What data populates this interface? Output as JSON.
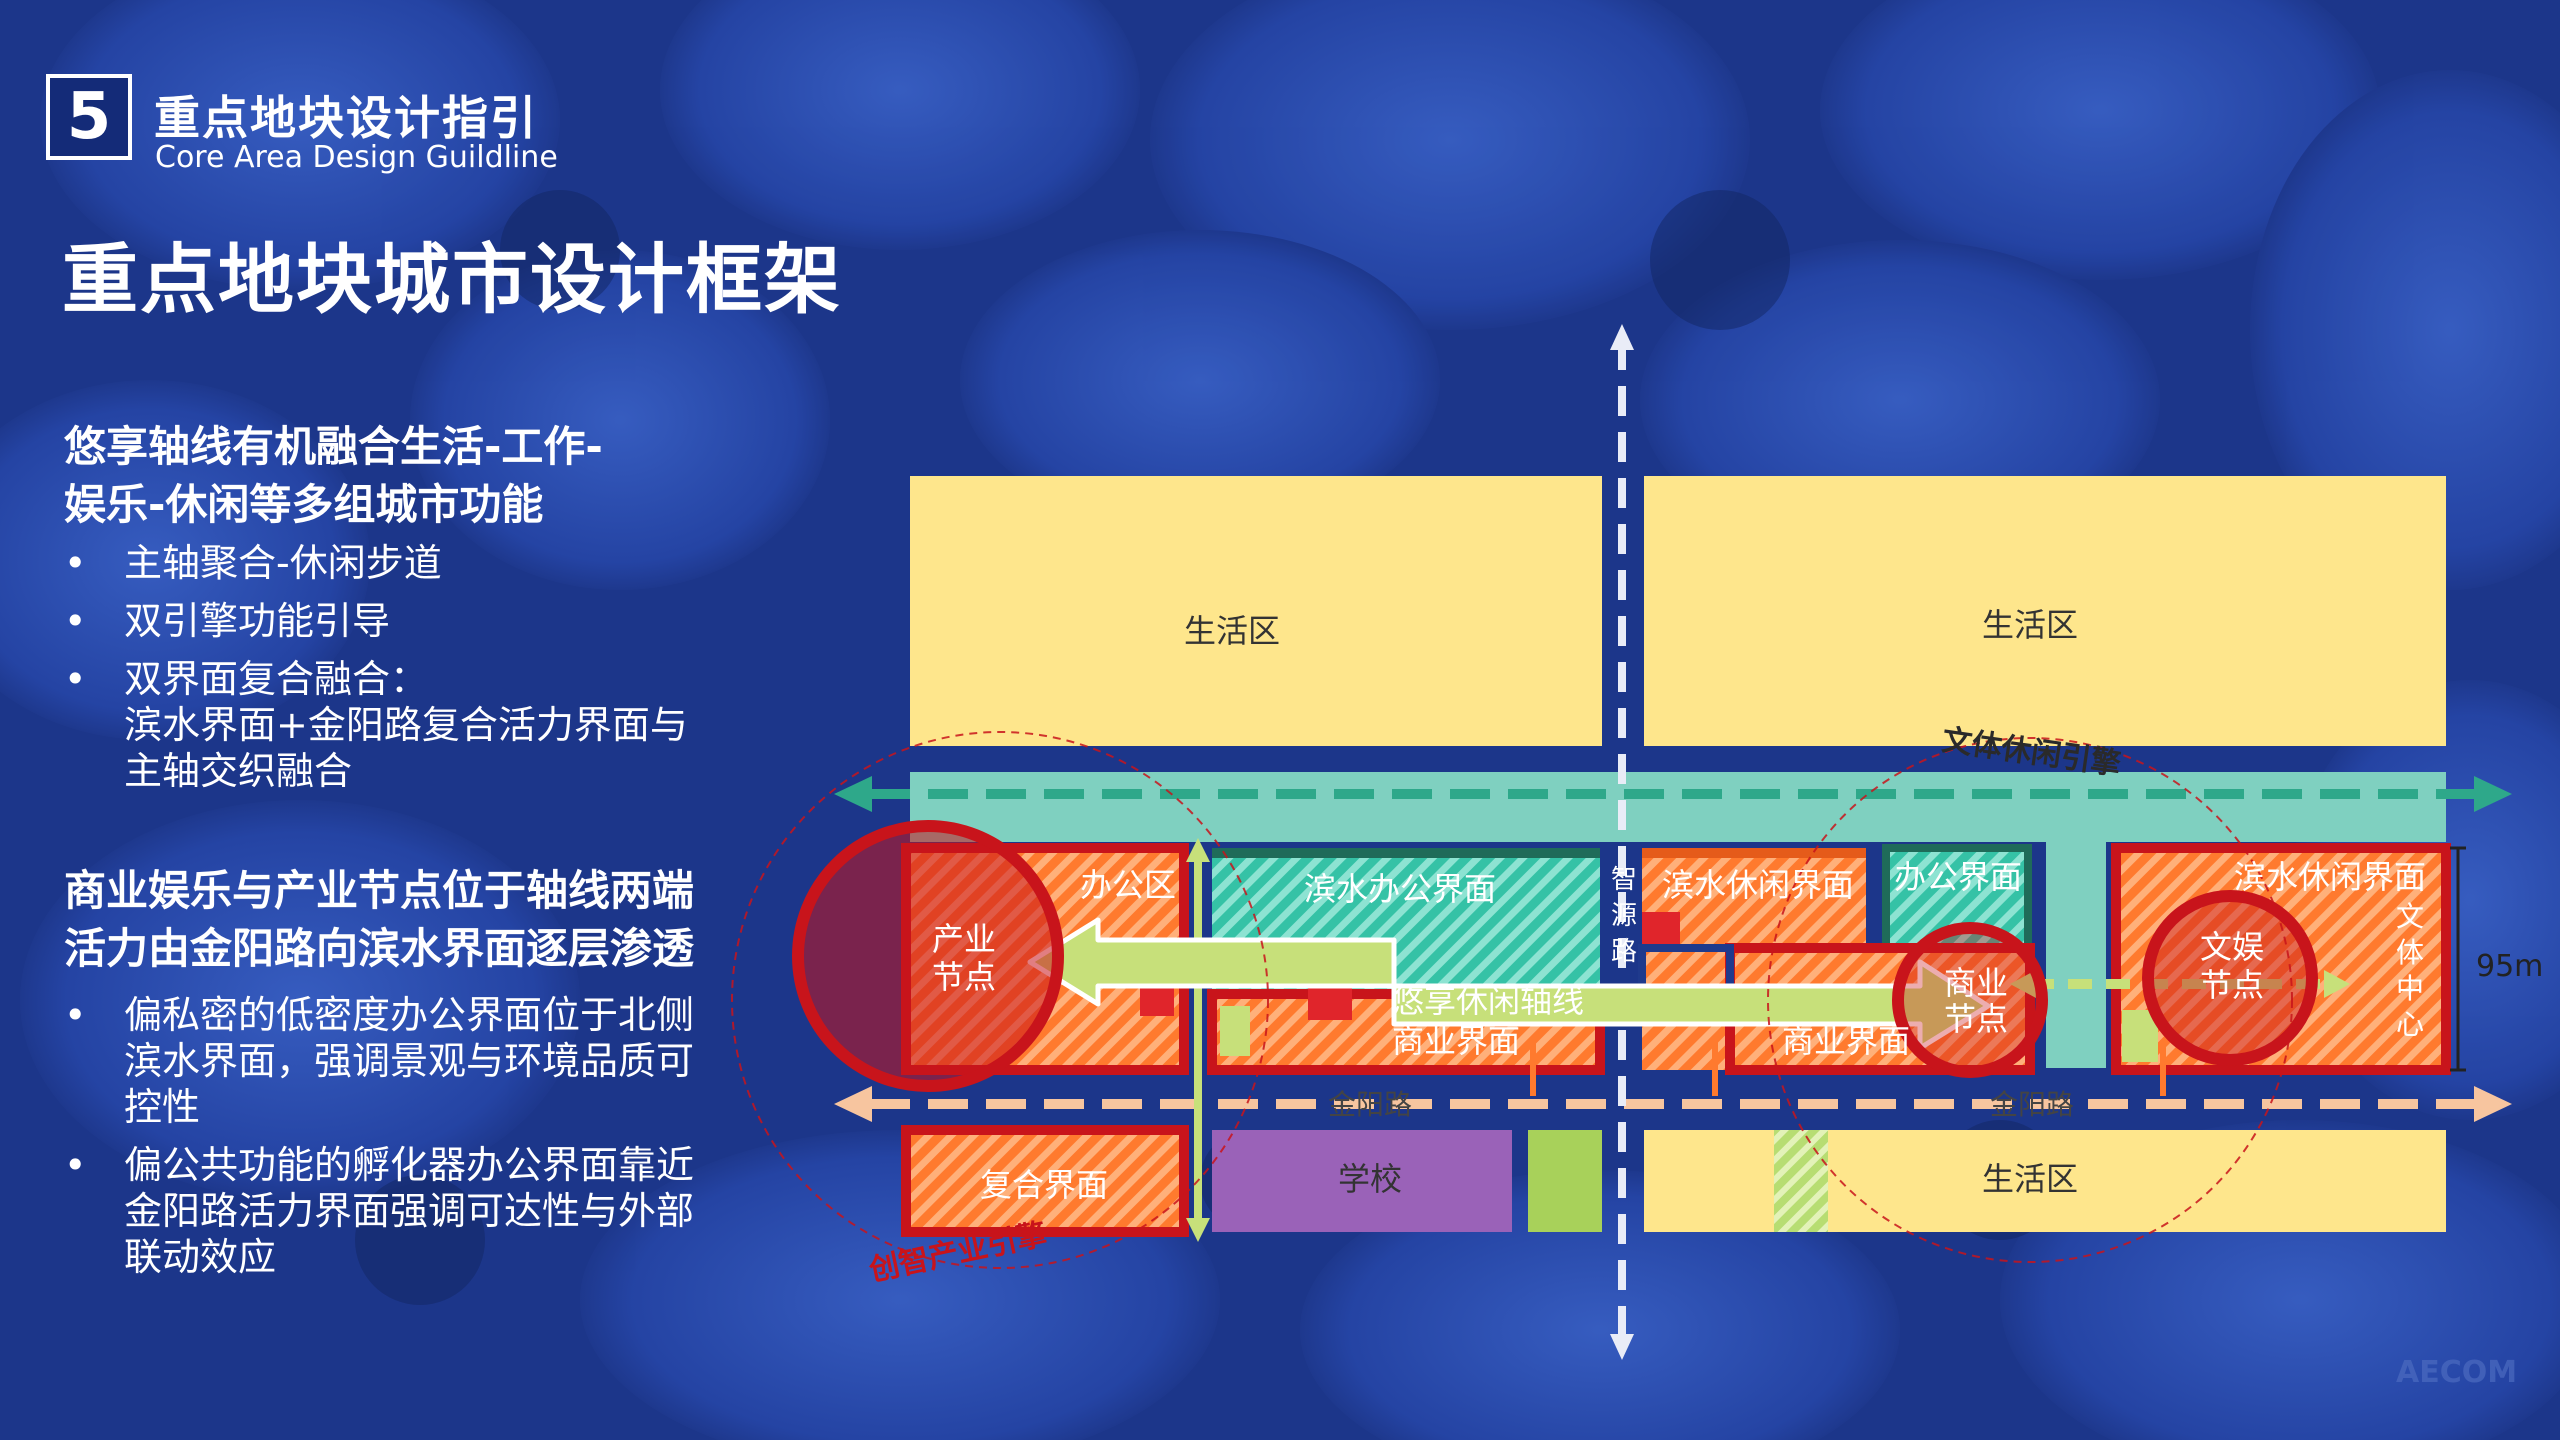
{
  "header": {
    "section_number": "5",
    "section_title_cn": "重点地块设计指引",
    "section_title_en": "Core Area Design Guildline"
  },
  "page_title": "重点地块城市设计框架",
  "block1": {
    "heading_line1": "悠享轴线有机融合生活-工作-",
    "heading_line2": "娱乐-休闲等多组城市功能",
    "bullets": [
      "主轴聚合-休闲步道",
      "双引擎功能引导",
      "双界面复合融合：",
      "滨水界面+金阳路复合活力界面与",
      "主轴交织融合"
    ]
  },
  "block2": {
    "heading_line1": "商业娱乐与产业节点位于轴线两端",
    "heading_line2": "活力由金阳路向滨水界面逐层渗透",
    "bullets": [
      "偏私密的低密度办公界面位于北侧",
      "滨水界面，强调景观与环境品质可",
      "控性",
      "偏公共功能的孵化器办公界面靠近",
      "金阳路活力界面强调可达性与外部",
      "联动效应"
    ]
  },
  "diagram": {
    "living_nw": "生活区",
    "living_ne": "生活区",
    "living_se": "生活区",
    "school": "学校",
    "office_zone": "办公区",
    "industry_node_l1": "产业",
    "industry_node_l2": "节点",
    "waterfront_office": "滨水办公界面",
    "axis_label": "悠享休闲轴线",
    "commercial_w": "商业界面",
    "commercial_e": "商业界面",
    "waterfront_leisure_1": "滨水休闲界面",
    "waterfront_leisure_2": "滨水休闲界面",
    "office_interface": "办公界面",
    "commercial_node_l1": "商业",
    "commercial_node_l2": "节点",
    "ent_node_l1": "文娱",
    "ent_node_l2": "节点",
    "culture_center": [
      "文",
      "体",
      "中",
      "心"
    ],
    "composite_interface": "复合界面",
    "road_w": "金阳路",
    "road_e": "金阳路",
    "cross_road": [
      "智",
      "源",
      "路"
    ],
    "engine_left": "创智产业引擎",
    "engine_right": "文体休闲引擎",
    "dimension": "95m"
  },
  "logo": "AECOM",
  "colors": {
    "living": "#fee68c",
    "green_strip": "#7fd0c0",
    "arrow_teal": "#2ea88a",
    "hatch_orange": "#ff8a3d",
    "red_border": "#c8141b",
    "teal_hatch": "#3fc7ae",
    "lime": "#c7e07a",
    "school": "#9a62b8",
    "green_block": "#a8d15a",
    "road_peach": "#f7c59f"
  }
}
